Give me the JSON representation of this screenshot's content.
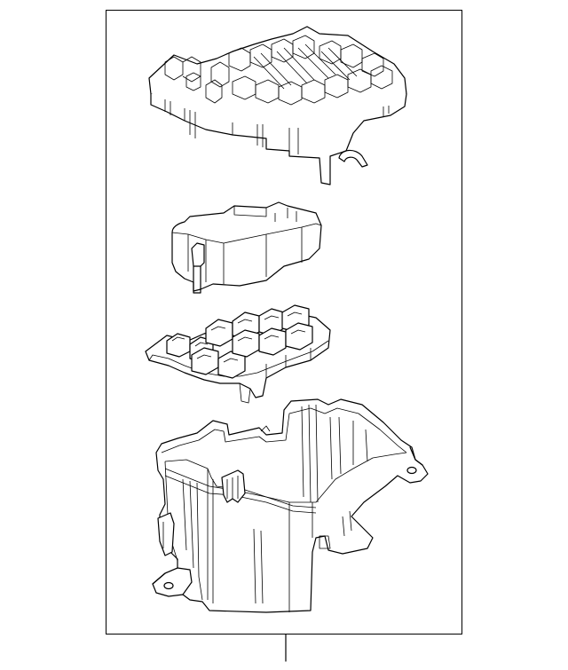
{
  "diagram": {
    "parts": [
      {
        "id": "upper-cover"
      },
      {
        "id": "relay-block-cover"
      },
      {
        "id": "relay-block"
      },
      {
        "id": "lower-case"
      }
    ]
  }
}
